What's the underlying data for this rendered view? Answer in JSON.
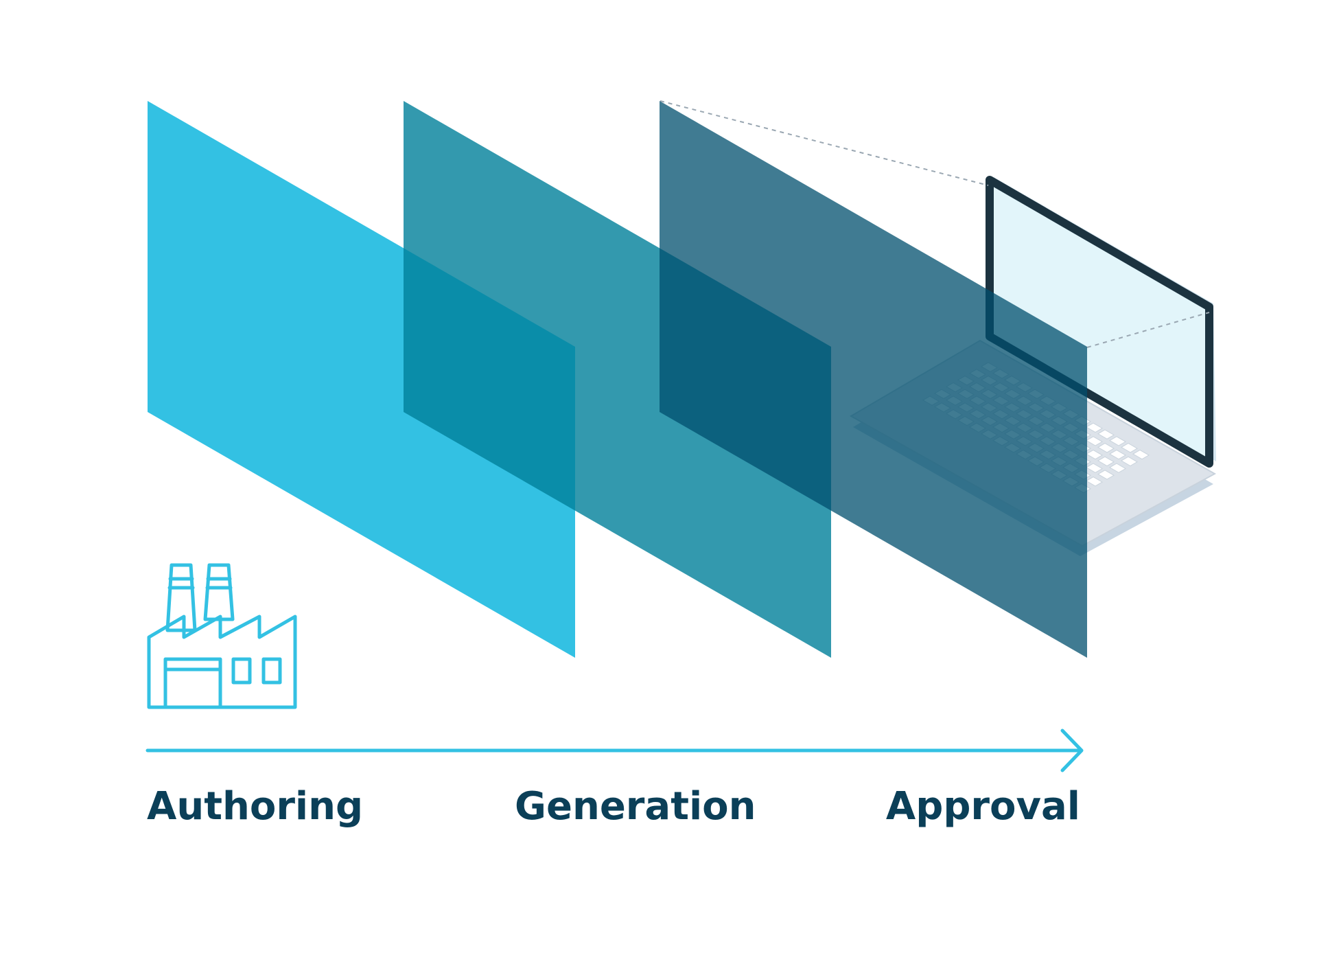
{
  "stages": [
    {
      "id": "authoring",
      "label": "Authoring",
      "panel_color": "#33c1e3"
    },
    {
      "id": "generation",
      "label": "Generation",
      "panel_color": "#007f9a"
    },
    {
      "id": "approval",
      "label": "Approval",
      "panel_color": "#004f6e"
    }
  ],
  "icons": {
    "start": "factory-icon",
    "end": "laptop-icon",
    "flow": "arrow-right-icon"
  },
  "colors": {
    "label_text": "#0b3f58",
    "arrow": "#33c1e3",
    "factory_stroke": "#33c1e3",
    "laptop_frame": "#1c3340",
    "laptop_screen": "#e2f5fa",
    "laptop_body": "#dde3ea",
    "laptop_keys": "#ffffff"
  }
}
